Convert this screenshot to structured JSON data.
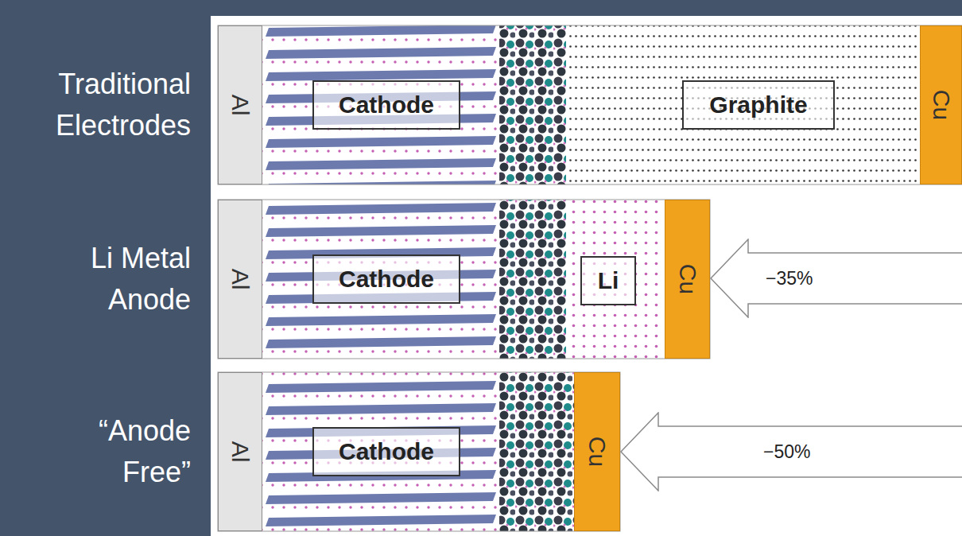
{
  "diagram": {
    "nodes": [
      {
        "text": [
          "Al"
        ]
      },
      {
        "text": [
          "Cathode"
        ]
      },
      {
        "text": [
          "Graphite"
        ]
      },
      {
        "text": [
          "Cu"
        ]
      },
      {
        "text": [
          "Al"
        ]
      },
      {
        "text": [
          "Cathode"
        ]
      },
      {
        "text": [
          "Li"
        ]
      },
      {
        "text": [
          "Cu"
        ]
      },
      {
        "text": [
          "−35%"
        ]
      },
      {
        "text": [
          "Al"
        ]
      },
      {
        "text": [
          "Cathode"
        ]
      },
      {
        "text": [
          "Cu"
        ]
      },
      {
        "text": [
          "−50%"
        ]
      }
    ],
    "labels": [
      "Traditional Electrodes",
      "Li Metal Anode",
      "“Anode Free”"
    ]
  }
}
